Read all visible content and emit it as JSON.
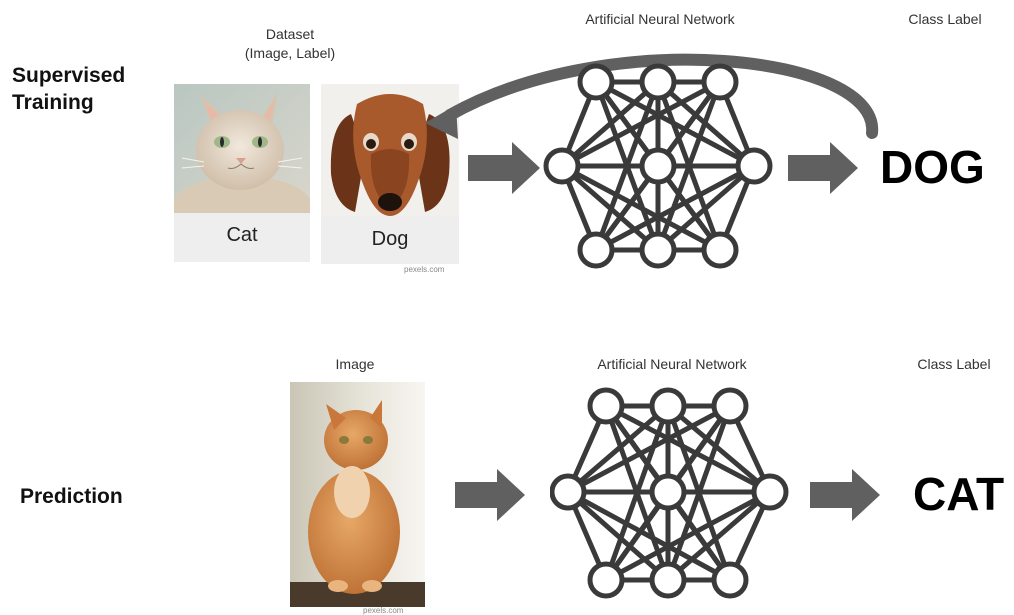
{
  "training": {
    "row_label_line1": "Supervised",
    "row_label_line2": "Training",
    "dataset_caption_line1": "Dataset",
    "dataset_caption_line2": "(Image, Label)",
    "cards": [
      {
        "label": "Cat"
      },
      {
        "label": "Dog"
      }
    ],
    "credit": "pexels.com",
    "network_caption": "Artificial Neural Network",
    "class_caption": "Class Label",
    "output_label": "DOG"
  },
  "prediction": {
    "row_label": "Prediction",
    "image_caption": "Image",
    "credit": "pexels.com",
    "network_caption": "Artificial Neural Network",
    "class_caption": "Class Label",
    "output_label": "CAT"
  },
  "colors": {
    "arrow": "#606060",
    "network_stroke": "#3a3a3a",
    "card_background": "#eeeeee"
  },
  "icons": {
    "cat_photo": "gray-cat-photo-icon",
    "dog_photo": "dog-photo-icon",
    "orange_cat_photo": "orange-cat-photo-icon"
  }
}
